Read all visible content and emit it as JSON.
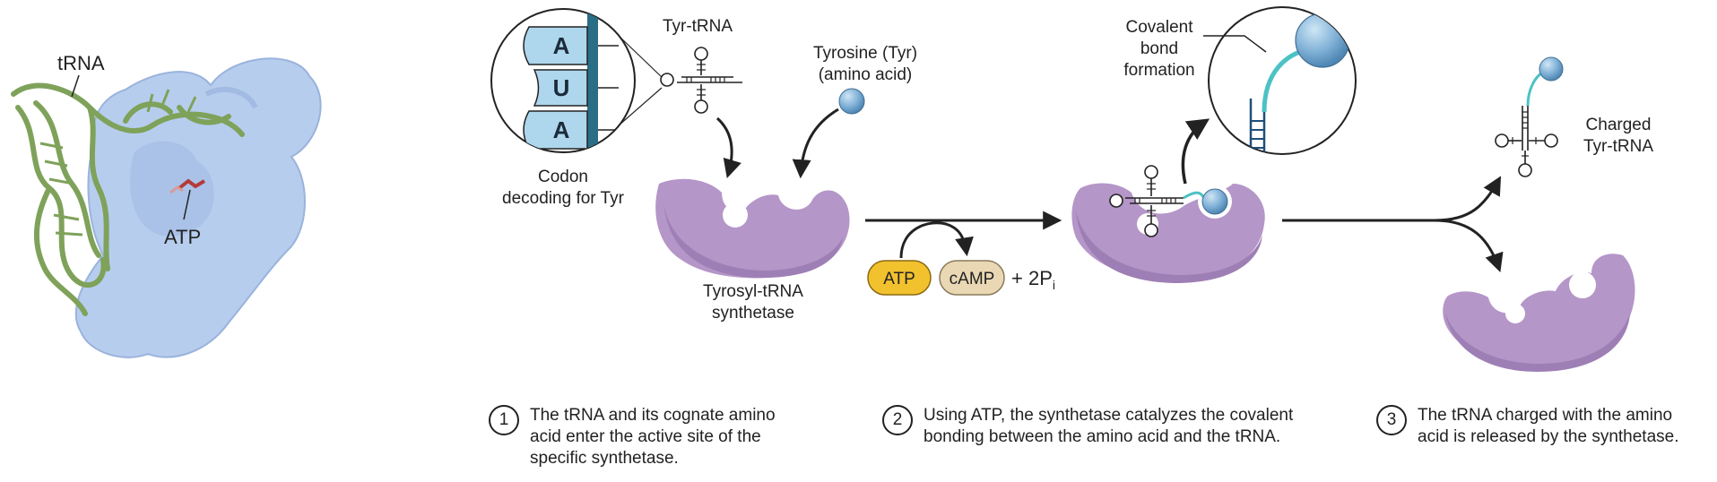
{
  "figure": {
    "left_panel": {
      "trna_label": "tRNA",
      "atp_label": "ATP"
    },
    "codon": {
      "bases": [
        "A",
        "U",
        "A"
      ],
      "caption_line1": "Codon",
      "caption_line2": "decoding for Tyr"
    },
    "labels": {
      "tyr_trna": "Tyr-tRNA",
      "tyrosine_line1": "Tyrosine (Tyr)",
      "tyrosine_line2": "(amino acid)",
      "synthetase_line1": "Tyrosyl-tRNA",
      "synthetase_line2": "synthetase",
      "covalent_line1": "Covalent",
      "covalent_line2": "bond",
      "covalent_line3": "formation",
      "charged_line1": "Charged",
      "charged_line2": "Tyr-tRNA"
    },
    "reaction": {
      "atp": "ATP",
      "camp": "cAMP",
      "plus": "+ 2P",
      "sub": "i"
    },
    "steps": [
      {
        "number": "1",
        "text": "The tRNA and its cognate amino\nacid enter the active site of the\nspecific synthetase."
      },
      {
        "number": "2",
        "text": "Using ATP, the synthetase catalyzes the covalent\nbonding between the amino acid and the tRNA."
      },
      {
        "number": "3",
        "text": "The tRNA charged with the amino\nacid is released by the synthetase."
      }
    ],
    "colors": {
      "protein_surface": "#b7cdee",
      "trna_ribbon": "#7fa25a",
      "synthetase": "#b596c8",
      "amino_acid": "#7fb0d6",
      "atp_pill": "#f2c12e",
      "camp_pill": "#ead8b4",
      "codon_box": "#aed6ec",
      "bond": "#4cc2c4"
    }
  }
}
